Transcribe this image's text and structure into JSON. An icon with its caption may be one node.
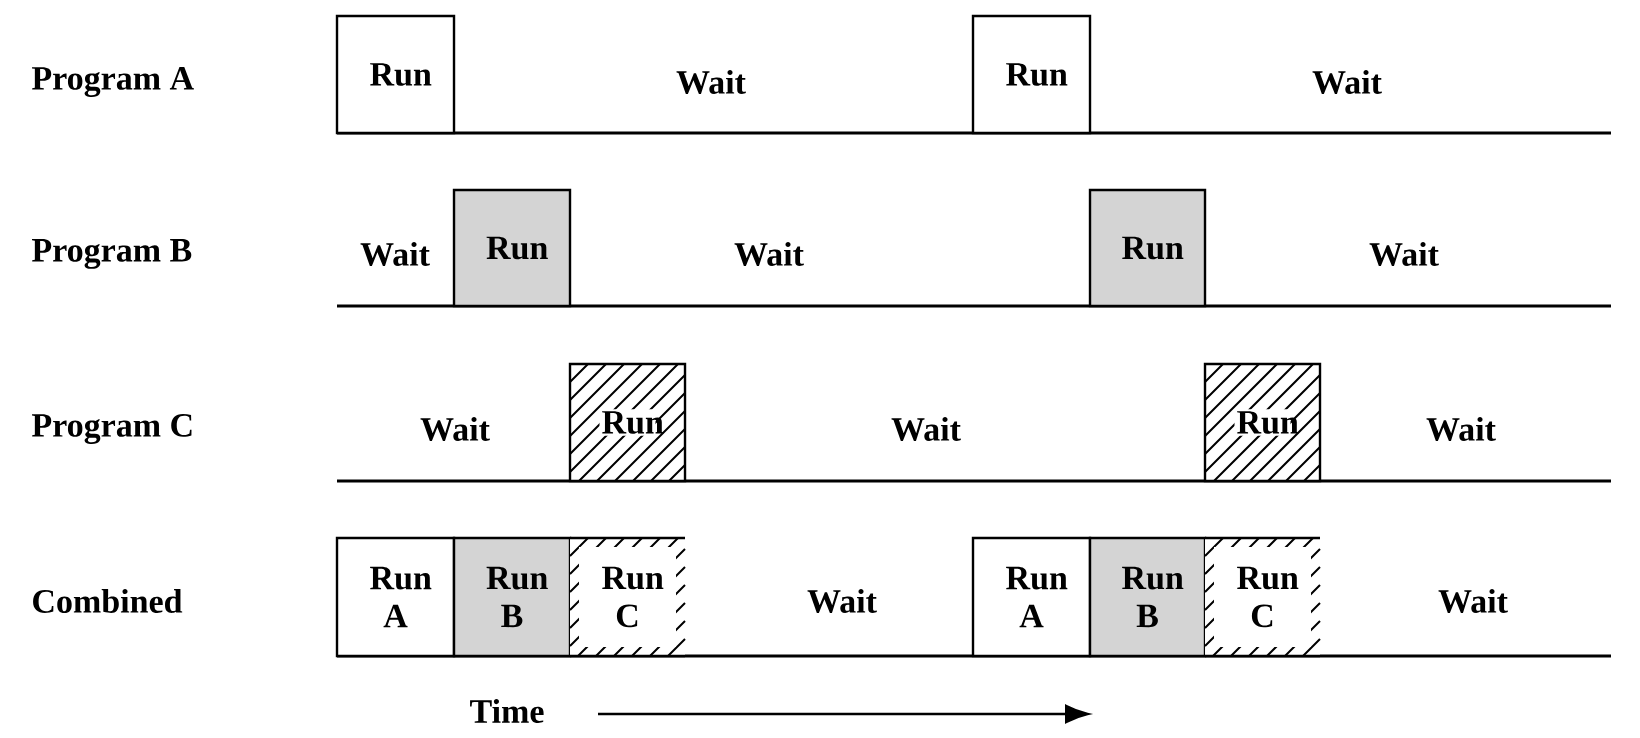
{
  "diagram": {
    "nodes": [
      {
        "text": [
          "Run"
        ]
      },
      {
        "text": [
          "Run"
        ]
      },
      {
        "text": [
          "Run"
        ]
      },
      {
        "text": [
          "Run"
        ]
      },
      {
        "text": [
          "Run"
        ]
      },
      {
        "text": [
          "Run"
        ]
      },
      {
        "text": [
          "Run A"
        ]
      },
      {
        "text": [
          "Run B"
        ]
      },
      {
        "text": [
          "Run C"
        ]
      },
      {
        "text": [
          "Run A"
        ]
      },
      {
        "text": [
          "Run B"
        ]
      },
      {
        "text": [
          "Run C"
        ]
      }
    ],
    "labels": [
      "Program A",
      "Wait",
      "Wait",
      "Program B",
      "Wait",
      "Wait",
      "Wait",
      "Program C",
      "Wait",
      "Wait",
      "Wait",
      "Combined",
      "Wait",
      "Wait",
      "Time"
    ]
  }
}
